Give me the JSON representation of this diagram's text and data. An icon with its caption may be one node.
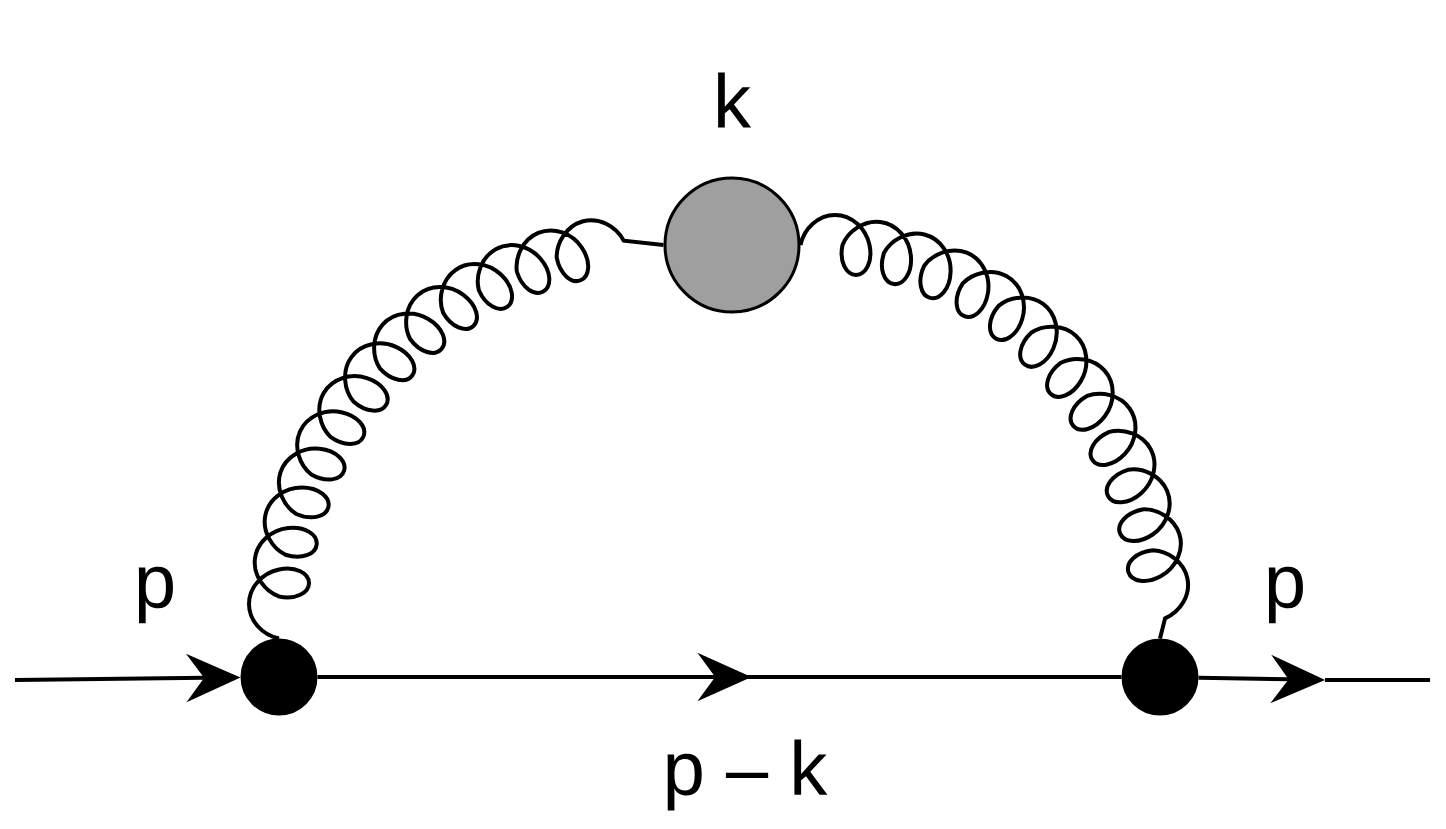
{
  "diagram": {
    "nodes": [
      {
        "text": [],
        "shape": "circle"
      },
      {
        "text": [],
        "shape": "circle",
        "beside": [
          "k"
        ]
      },
      {
        "text": [],
        "shape": "circle"
      }
    ],
    "edges": [
      {
        "from": null,
        "to": 0,
        "arrow": "to",
        "label": "p"
      },
      {
        "from": 0,
        "to": 2,
        "arrow": "to",
        "label": "p – k"
      },
      {
        "from": 2,
        "to": null,
        "arrow": "to",
        "label": "p"
      },
      {
        "from": 0,
        "to": 1,
        "arrow": "none"
      },
      {
        "from": 1,
        "to": 2,
        "arrow": "none"
      }
    ]
  }
}
